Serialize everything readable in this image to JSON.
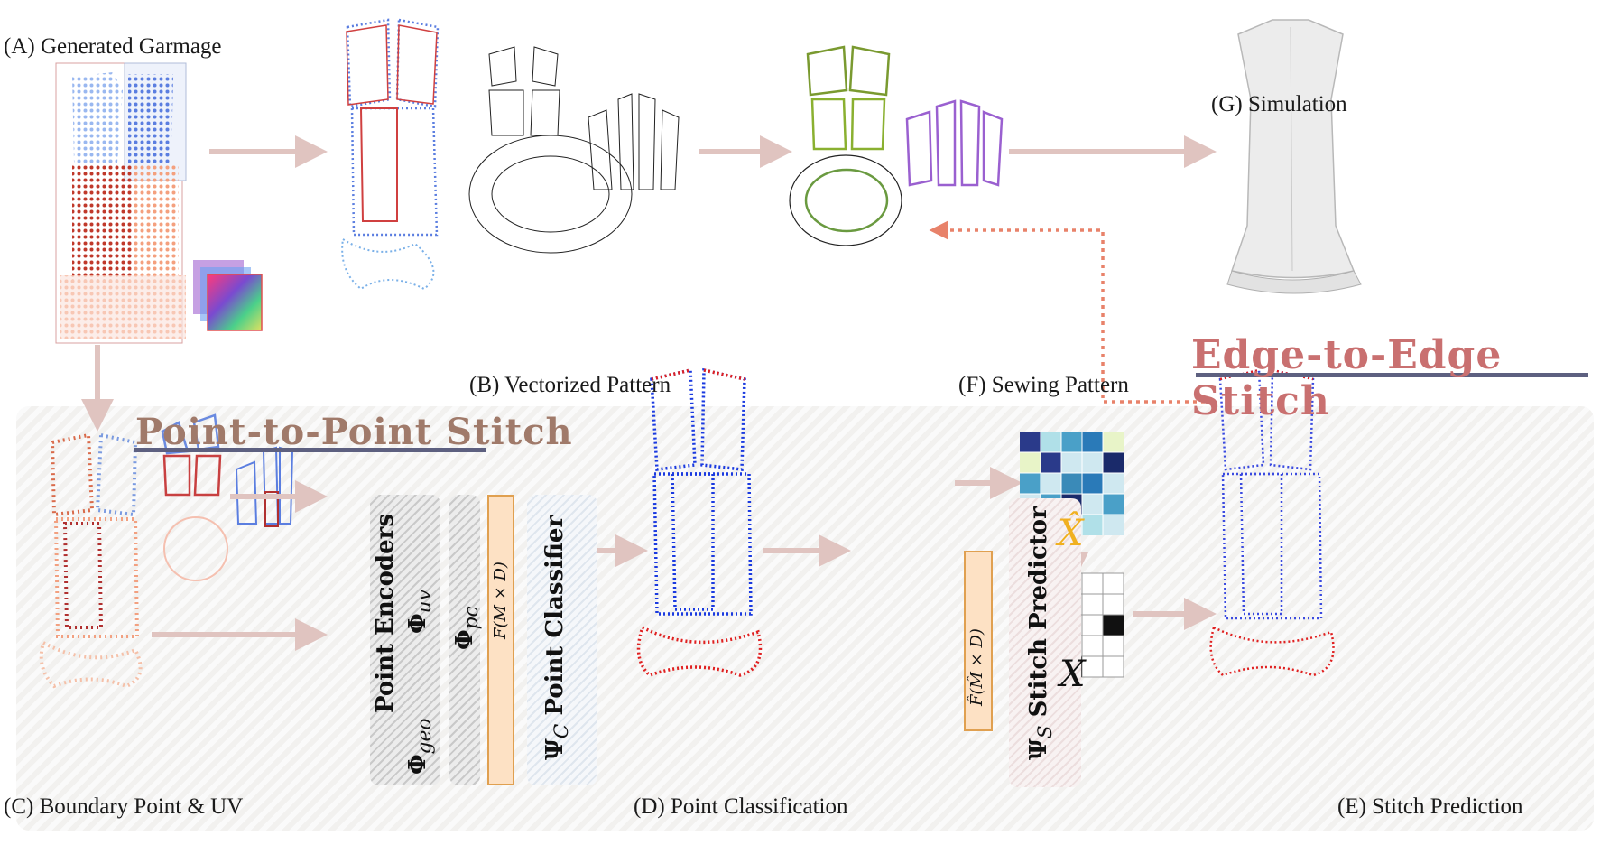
{
  "labels": {
    "a": "(A) Generated Garmage",
    "b": "(B) Vectorized Pattern",
    "c": "(C) Boundary Point & UV",
    "d": "(D) Point Classification",
    "e": "(E) Stitch Prediction",
    "f": "(F) Sewing Pattern",
    "g": "(G) Simulation"
  },
  "titles": {
    "point_to_point": "Point-to-Point Stitch",
    "edge_to_edge": "Edge-to-Edge Stitch"
  },
  "modules": {
    "point_encoders": "Point Encoders",
    "phi_uv": "Φ",
    "phi_uv_sub": "uv",
    "phi_geo": "Φ",
    "phi_geo_sub": "geo",
    "phi_pc": "Φ",
    "phi_pc_sub": "pc",
    "feature_c": "F(M × D)",
    "classifier": "Point Classifier",
    "psi_c": "Ψ",
    "psi_c_sub": "C",
    "feature_s": "F̂(M̂ × D)",
    "predictor": "Stitch Predictor",
    "psi_s": "Ψ",
    "psi_s_sub": "S",
    "x_hat": "X̂",
    "x": "X"
  },
  "colors": {
    "arrow": "#e0c4c0",
    "dotted_arrow": "#e8826a",
    "title_text": "#a07a6a",
    "title_underline": "#5d6080",
    "edge_title": "#c97070",
    "feature_box": "#fde1c4",
    "feature_border": "#e0a050"
  }
}
